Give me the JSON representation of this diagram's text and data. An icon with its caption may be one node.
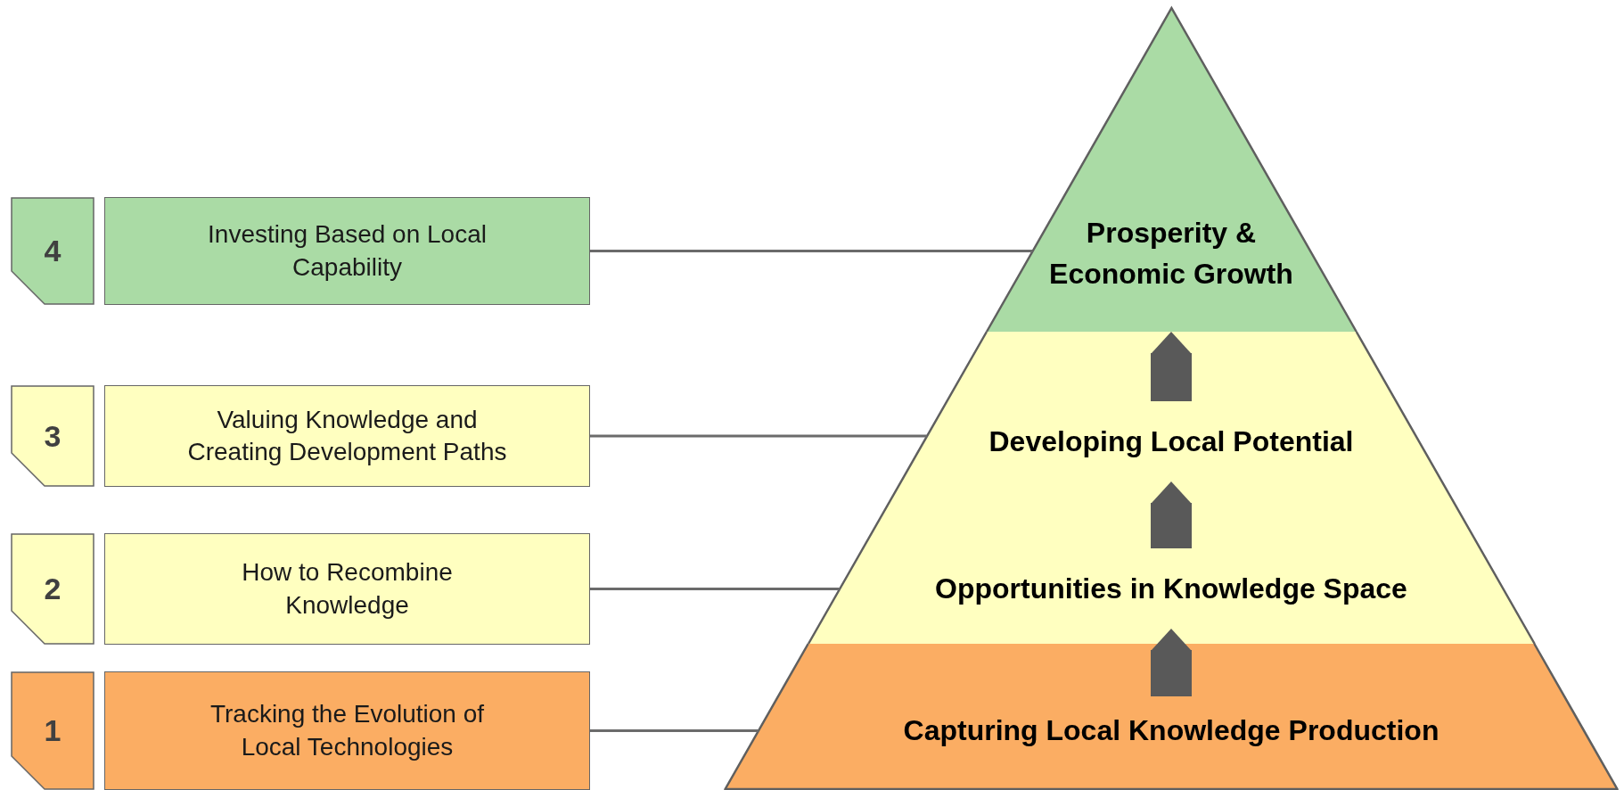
{
  "diagram": {
    "nodes": [
      {
        "text": [
          "4"
        ]
      },
      {
        "text": [
          "Investing Based on Local Capability"
        ]
      },
      {
        "text": [
          "3"
        ]
      },
      {
        "text": [
          "Valuing Knowledge and Creating Development Paths"
        ]
      },
      {
        "text": [
          "2"
        ]
      },
      {
        "text": [
          "How to Recombine Knowledge"
        ]
      },
      {
        "text": [
          "1"
        ]
      },
      {
        "text": [
          "Tracking the Evolution of Local Technologies"
        ]
      },
      {
        "text": [],
        "shape": "triangle"
      },
      {
        "text": [],
        "shape": "trapezoid"
      },
      {
        "text": [],
        "shape": "trapezoid"
      },
      {
        "text": [
          "Prosperity & Economic Growth"
        ],
        "in": 8
      },
      {
        "text": [
          "Developing Local Potential"
        ],
        "in": 9
      },
      {
        "text": [
          "Opportunities in Knowledge Space"
        ],
        "in": 9
      },
      {
        "text": [
          "Capturing Local Knowledge Production"
        ],
        "in": 10
      }
    ],
    "edges": [
      {
        "from": 1,
        "to": 8,
        "arrow": "none"
      },
      {
        "from": 3,
        "to": 9,
        "arrow": "none"
      },
      {
        "from": 5,
        "to": 9,
        "arrow": "none"
      },
      {
        "from": 7,
        "to": 10,
        "arrow": "none"
      },
      {
        "from": 14,
        "to": 13,
        "arrow": "to",
        "style": "thick",
        "color": "#595959"
      },
      {
        "from": 13,
        "to": 12,
        "arrow": "to",
        "style": "thick",
        "color": "#595959"
      },
      {
        "from": 12,
        "to": 11,
        "arrow": "to",
        "style": "thick",
        "color": "#595959"
      }
    ]
  }
}
